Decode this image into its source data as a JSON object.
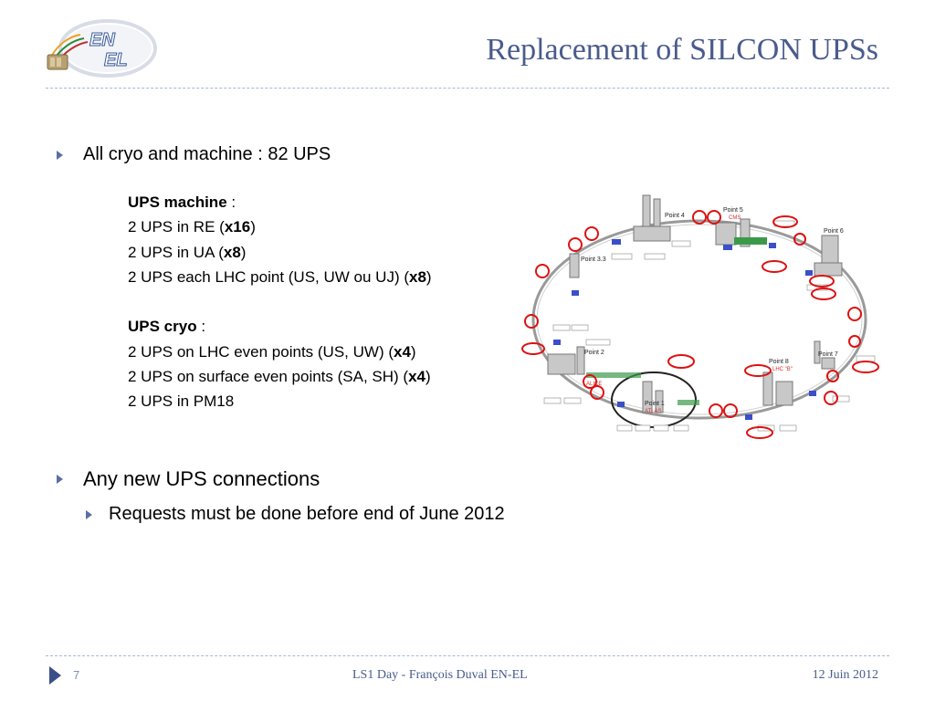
{
  "logo": {
    "line1": "EN",
    "line2": "EL"
  },
  "title": "Replacement of SILCON UPSs",
  "bullets": {
    "cryo_machine": "All cryo and machine : 82 UPS",
    "new_connections": "Any new UPS connections",
    "requests": "Requests must be done before end of June 2012"
  },
  "details": {
    "machine_heading": "UPS machine",
    "machine_heading_suffix": " :",
    "m1_text": "2 UPS in RE (",
    "m1_mult": "x16",
    "m2_text": "2 UPS in UA (",
    "m2_mult": "x8",
    "m3_text": "2 UPS each LHC point (US, UW ou UJ) (",
    "m3_mult": "x8",
    "cryo_heading": "UPS cryo",
    "cryo_heading_suffix": " :",
    "c1_text": "2 UPS on LHC even points (US, UW) (",
    "c1_mult": "x4",
    "c2_text": "2 UPS on surface even points (SA, SH) (",
    "c2_mult": "x4",
    "c3_text": "2 UPS in PM18",
    "close": ")"
  },
  "diagram": {
    "point4": "Point 4",
    "point5": "Point 5",
    "cms": "CMS",
    "point6": "Point 6",
    "point33": "Point 3.3",
    "point2": "Point 2",
    "alice": "ALICE",
    "point1": "Point 1",
    "atlas": "ATLAS",
    "point8": "Point 8",
    "lhcb": "LHC \"B\"",
    "point7": "Point 7"
  },
  "footer": {
    "page_number": "7",
    "center": "LS1 Day  -  François Duval EN-EL",
    "date": "12 Juin 2012"
  },
  "colors": {
    "title": "#4a5b8c",
    "bullet": "#5a6ea6",
    "highlight_circle": "#dd1111",
    "separator": "#a9b8cf"
  }
}
